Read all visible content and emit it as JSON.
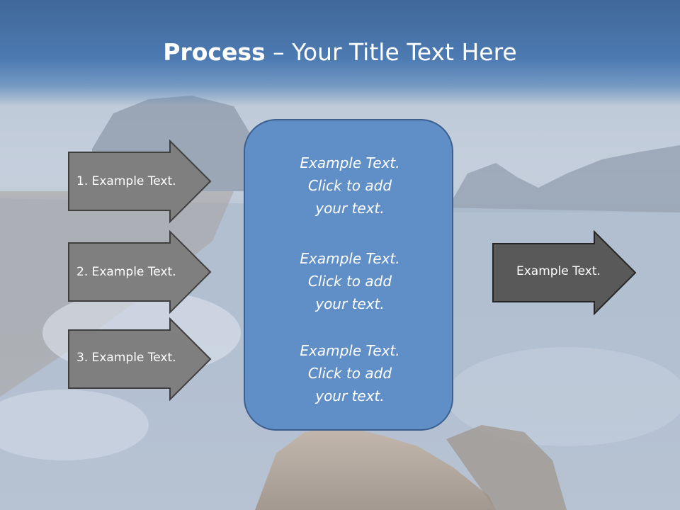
{
  "slide": {
    "title_bold": "Process",
    "title_rest": " – Your Title Text Here"
  },
  "input_arrows": [
    {
      "label": "1. Example Text."
    },
    {
      "label": "2. Example Text."
    },
    {
      "label": "3. Example Text."
    }
  ],
  "center_box": {
    "blocks": [
      {
        "lines": [
          "Example Text.",
          "Click  to add",
          "your text."
        ]
      },
      {
        "lines": [
          "Example Text.",
          "Click  to add",
          "your text."
        ]
      },
      {
        "lines": [
          "Example Text.",
          "Click  to add",
          "your text."
        ]
      }
    ]
  },
  "output_arrow": {
    "label": "Example Text."
  },
  "colors": {
    "title_bar": "#4c7ab1",
    "input_arrow_fill": "#7f7f7f",
    "output_arrow_fill": "#595959",
    "center_box_fill": "#5f8fc6",
    "center_box_border": "#3c5f8e"
  }
}
